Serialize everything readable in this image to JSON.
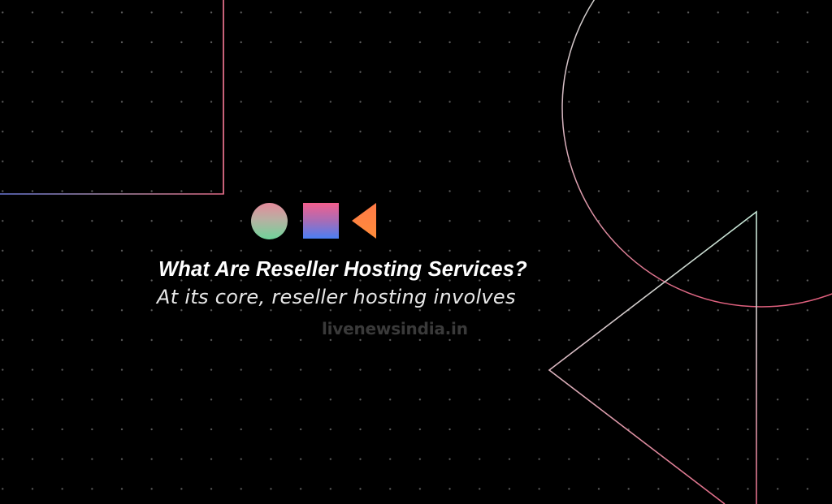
{
  "article": {
    "title": "What Are Reseller Hosting Services?",
    "subtitle": "At its core, reseller hosting involves"
  },
  "watermark": {
    "text": "livenewsindia.in",
    "color": "#3a3a3a"
  },
  "icons": [
    {
      "name": "gradient-circle-icon",
      "colors": [
        "#e38a9a",
        "#6fd39a"
      ]
    },
    {
      "name": "gradient-square-icon",
      "colors": [
        "#f0608e",
        "#4a7ef3"
      ]
    },
    {
      "name": "orange-triangle-icon",
      "colors": [
        "#ff8a3d",
        "#f26a4a"
      ]
    }
  ],
  "theme": {
    "background": "#000000",
    "dot_grid": "#aaaaaa",
    "line_pink": "#e06a86",
    "line_mint": "#bfe3d2",
    "line_blue": "#6b78d8"
  }
}
